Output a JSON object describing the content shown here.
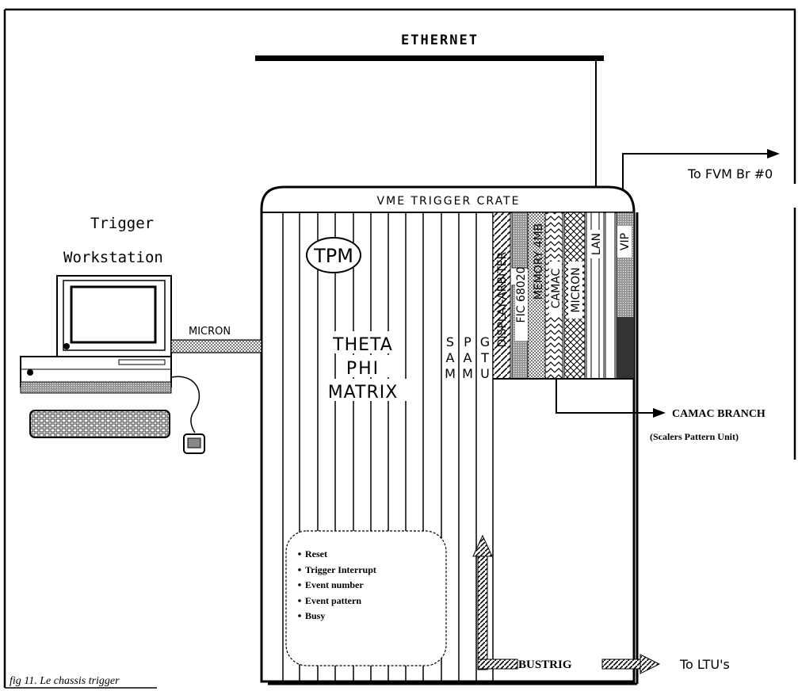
{
  "ethernet_label": "ETHERNET",
  "to_fvm_label": "To FVM Br #0",
  "crate_title": "VME TRIGGER CRATE",
  "workstation": {
    "line1": "Trigger",
    "line2": "Workstation"
  },
  "micron_cable_label": "MICRON",
  "tpm_label": "TPM",
  "theta_lines": [
    "THETA",
    "PHI",
    "MATRIX"
  ],
  "spa_columns": [
    {
      "top": "S",
      "mid": "A",
      "bot": "M"
    },
    {
      "top": "P",
      "mid": "A",
      "bot": "M"
    },
    {
      "top": "G",
      "mid": "T",
      "bot": "U"
    }
  ],
  "modules": [
    "DISPLAY-ARBITER",
    "FIC 68020",
    "MEMORY 4MB",
    "CAMAC",
    "MICRON",
    "LAN",
    "VIP"
  ],
  "camac_branch": "CAMAC BRANCH",
  "camac_sub": "(Scalers Pattern Unit)",
  "signals": [
    "Reset",
    "Trigger Interrupt",
    "Event number",
    "Event pattern",
    "Busy"
  ],
  "bustrig_label": "BUSTRIG",
  "to_ltu_label": "To LTU's",
  "caption": "fig 11. Le chassis trigger"
}
